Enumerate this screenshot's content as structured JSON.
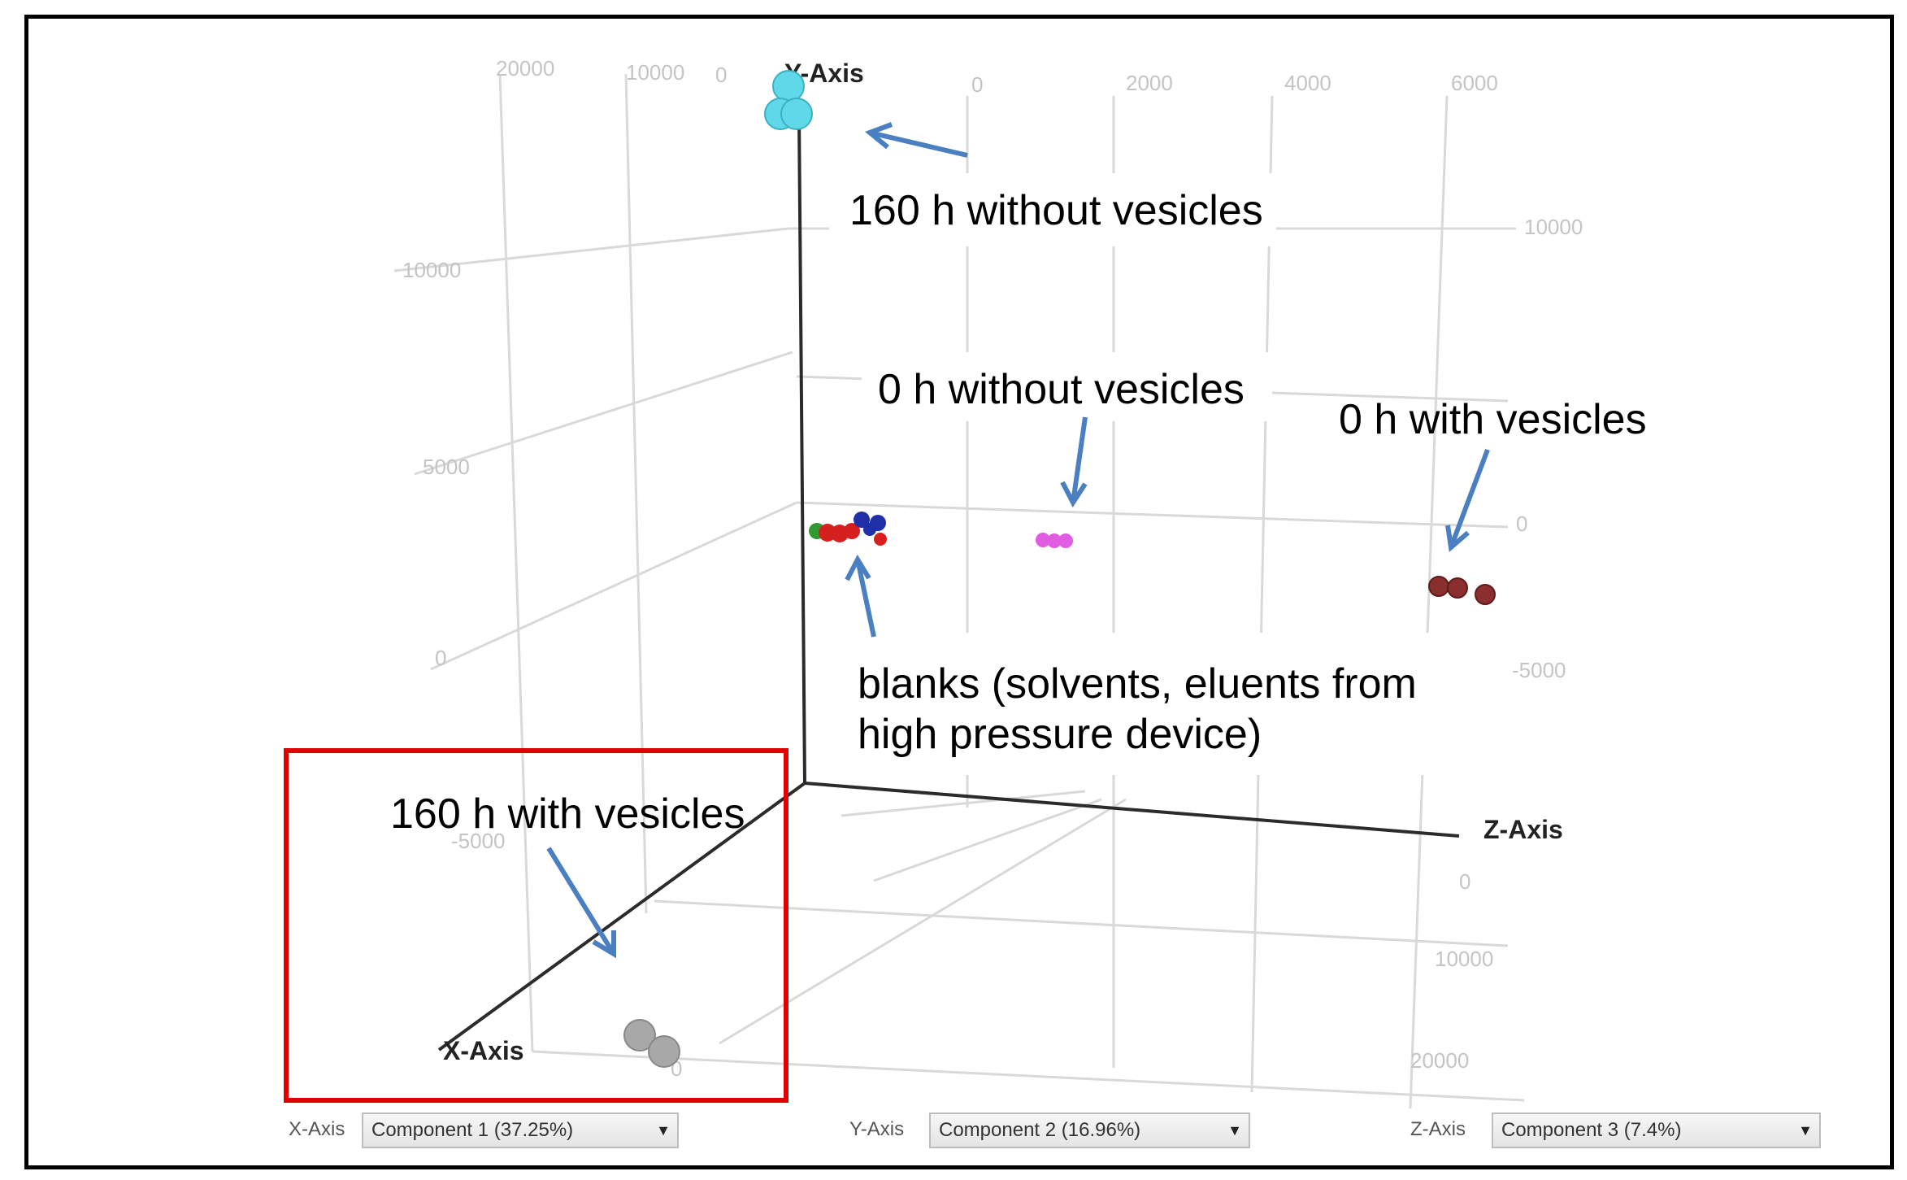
{
  "chart_data": {
    "type": "scatter",
    "projection": "3d",
    "axes": {
      "x": {
        "title": "X-Axis",
        "ticks": [
          "20000",
          "10000",
          "0"
        ]
      },
      "y": {
        "title": "Y-Axis",
        "ticks": [
          "10000",
          "5000",
          "0",
          "-5000"
        ]
      },
      "z": {
        "title": "Z-Axis",
        "ticks": [
          "0",
          "2000",
          "4000",
          "6000"
        ]
      },
      "right_y_ticks": [
        "10000",
        "0",
        "-5000"
      ],
      "right_depth_ticks": [
        "0",
        "10000",
        "20000"
      ],
      "front_tick": "0"
    },
    "grid": true,
    "groups": [
      {
        "name": "160 h without vesicles",
        "color": "#5fd8e8",
        "points": 3
      },
      {
        "name": "0 h without vesicles",
        "color": "#e05ce0",
        "points": 3
      },
      {
        "name": "0 h with vesicles",
        "color": "#8b2e2e",
        "points": 3
      },
      {
        "name": "blanks (solvents, eluents from high pressure device)",
        "colors": [
          "#d62020",
          "#2f9a2f",
          "#1f2fa8"
        ],
        "points": 8
      },
      {
        "name": "160 h with vesicles",
        "color": "#a8a8a8",
        "points": 2
      }
    ],
    "annotations": [
      {
        "text": "160 h without vesicles"
      },
      {
        "text": "0 h without vesicles"
      },
      {
        "text": "0 h with vesicles"
      },
      {
        "lines": [
          "blanks (solvents, eluents from",
          "high pressure device)"
        ]
      },
      {
        "text": "160 h with vesicles",
        "highlighted": true
      }
    ]
  },
  "controls": {
    "x": {
      "label": "X-Axis",
      "value": "Component 1 (37.25%)"
    },
    "y": {
      "label": "Y-Axis",
      "value": "Component 2 (16.96%)"
    },
    "z": {
      "label": "Z-Axis",
      "value": "Component 3 (7.4%)"
    }
  },
  "colors": {
    "arrow": "#4a7fc1",
    "highlight": "#e00000"
  }
}
